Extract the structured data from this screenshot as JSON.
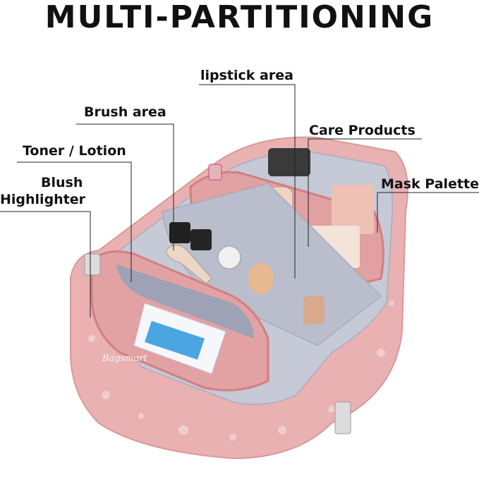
{
  "title": "MULTI-PARTITIONING",
  "labels": {
    "lipstick": "lipstick area",
    "brush": "Brush area",
    "care": "Care Products",
    "toner": "Toner / Lotion",
    "mask": "Mask Palette",
    "blush": "Blush",
    "highlighter": "Highlighter"
  },
  "colors": {
    "bag_pink": "#e7a7a8",
    "bag_dark": "#c97a7c",
    "lining": "#c6c9d6",
    "zipper": "#d8d8d8"
  }
}
